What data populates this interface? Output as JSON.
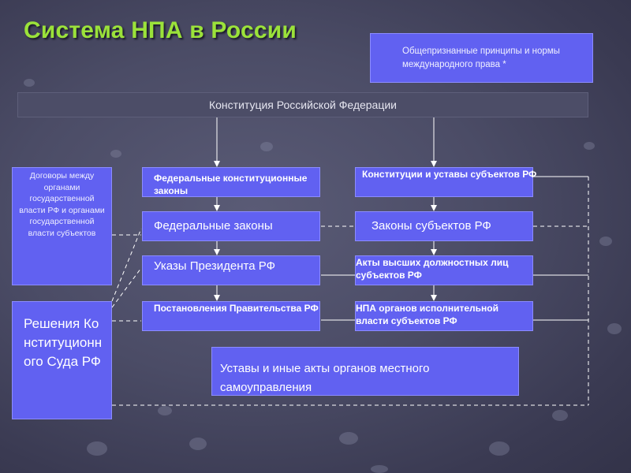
{
  "title": "Система НПА в России",
  "colors": {
    "background": "#4b4c66",
    "title": "#9be23a",
    "box_fill": "#6161f1",
    "constitution_bar": "#4c4d67",
    "connector": "#ffffff"
  },
  "boxes": {
    "international": "Общепризнанные принципы и нормы международного права *",
    "constitution": "Конституция Российской Федерации",
    "treaties": "Договоры между органами государственной власти РФ и органами государственной власти субъектов",
    "court_decisions": "Решения Конституционного Суда РФ",
    "federal_const_laws": "Федеральные конституционные законы",
    "subject_constitutions": "Конституции и уставы субъектов РФ",
    "federal_laws": "Федеральные законы",
    "subject_laws": "Законы субъектов РФ",
    "president_decrees": "Указы Президента РФ",
    "subject_heads_acts": "Акты высших должностных лиц субъектов РФ",
    "government_resolutions": "Постановления Правительства РФ",
    "subject_exec_acts": "НПА органов исполнительной власти субъектов РФ",
    "local_acts": "Уставы и иные акты органов местного самоуправления"
  }
}
